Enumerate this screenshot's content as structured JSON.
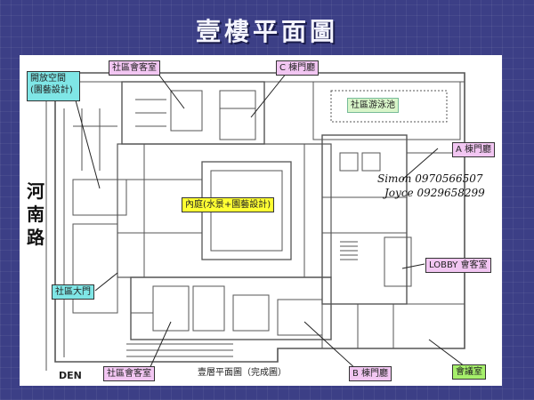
{
  "slide": {
    "title": "壹樓平面圖"
  },
  "plan": {
    "road": "河南路",
    "caption": "壹層平面圖（完成圖）",
    "den": "DEN",
    "contacts": [
      "Simon 0970566507",
      "Joyce 0929658299"
    ],
    "labels": {
      "open_space": [
        "開放空間",
        "(園藝設計)"
      ],
      "club_room_top": "社區會客室",
      "c_lobby": "C 棟門廳",
      "pool": "社區游泳池",
      "a_lobby": "A 棟門廳",
      "courtyard": "內庭(水景+園藝設計)",
      "main_gate": "社區大門",
      "lobby_club_room": "LOBBY 會客室",
      "club_room_bottom": "社區會客室",
      "b_lobby": "B 棟門廳",
      "meeting_room": "會議室"
    }
  }
}
